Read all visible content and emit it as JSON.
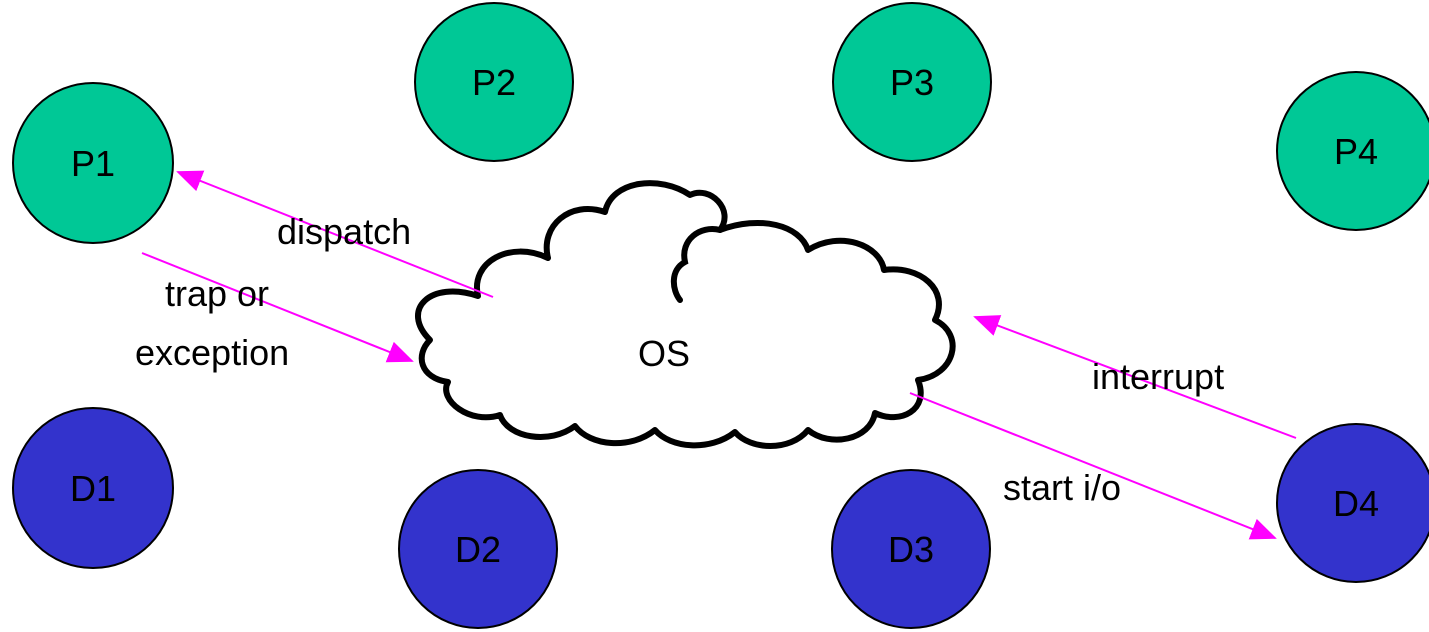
{
  "colors": {
    "process_fill": "#00c896",
    "device_fill": "#3333cc",
    "arrow": "#ff00ff",
    "outline": "#000000"
  },
  "os": {
    "label": "OS"
  },
  "processes": [
    {
      "id": "p1",
      "label": "P1"
    },
    {
      "id": "p2",
      "label": "P2"
    },
    {
      "id": "p3",
      "label": "P3"
    },
    {
      "id": "p4",
      "label": "P4"
    }
  ],
  "devices": [
    {
      "id": "d1",
      "label": "D1"
    },
    {
      "id": "d2",
      "label": "D2"
    },
    {
      "id": "d3",
      "label": "D3"
    },
    {
      "id": "d4",
      "label": "D4"
    }
  ],
  "edges": {
    "dispatch": "dispatch",
    "trap_line1": "trap or",
    "trap_line2": "exception",
    "interrupt": "interrupt",
    "start_io": "start i/o"
  }
}
